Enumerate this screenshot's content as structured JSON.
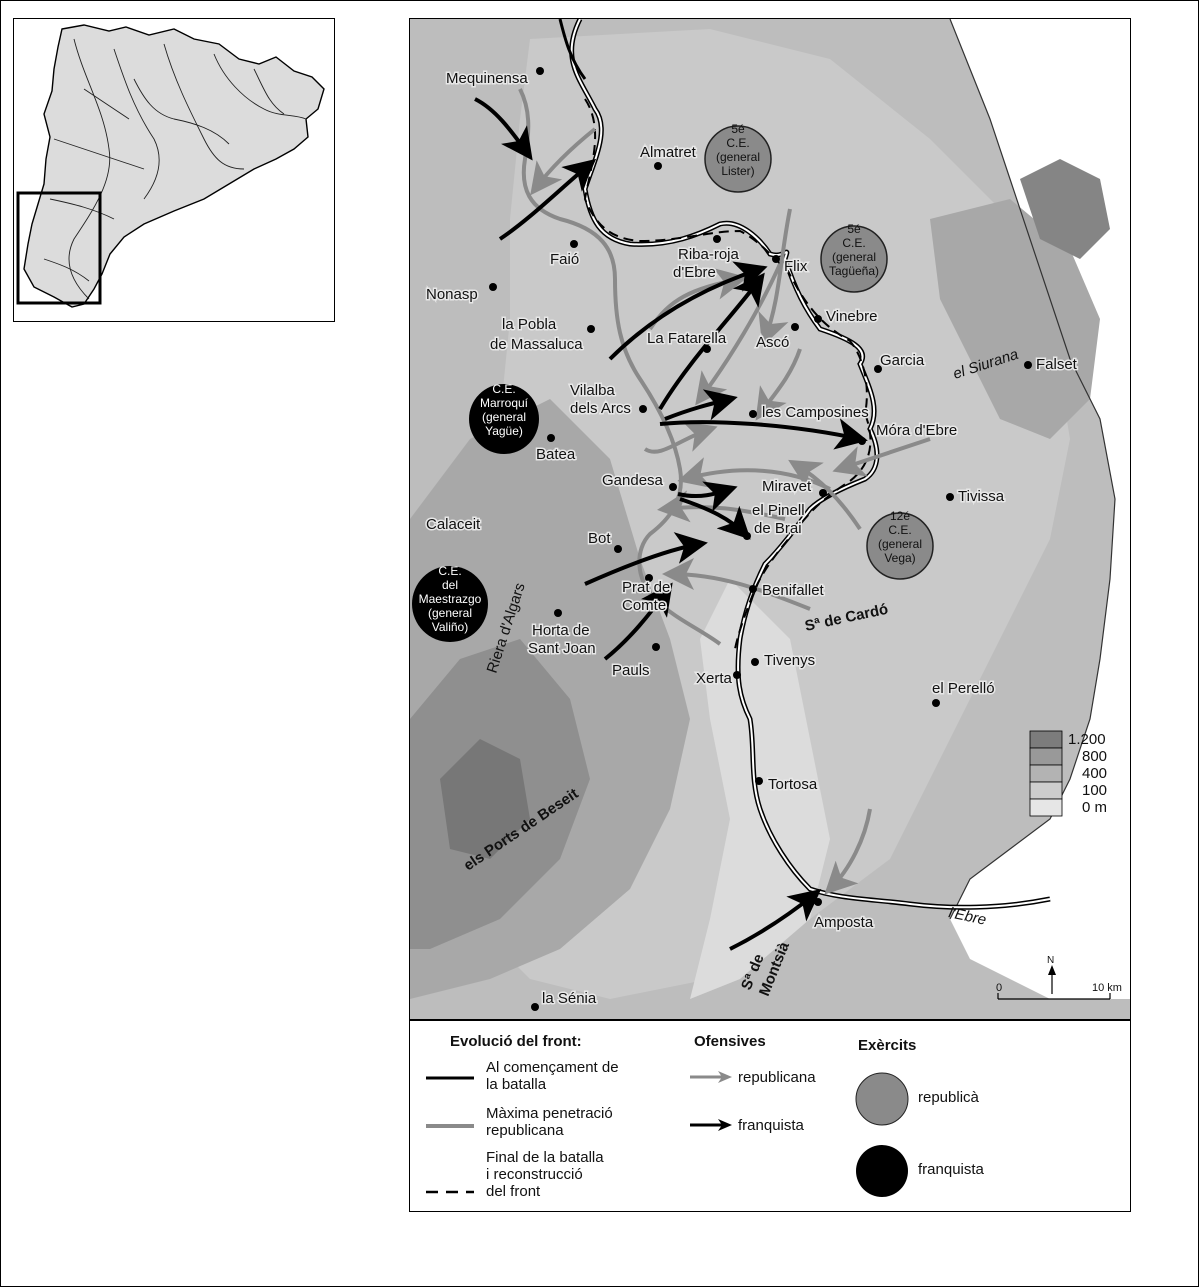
{
  "places": {
    "mequinensa": "Mequinensa",
    "almatret": "Almatret",
    "faio": "Faió",
    "nonasp": "Nonasp",
    "pobla1": "la Pobla",
    "pobla2": "de Massaluca",
    "ribaroja1": "Riba-roja",
    "ribaroja2": "d'Ebre",
    "flix": "Flix",
    "fatarella": "La Fatarella",
    "asco": "Ascó",
    "vinebre": "Vinebre",
    "garcia": "Garcia",
    "falset": "Falset",
    "vilalba1": "Vilalba",
    "vilalba2": "dels Arcs",
    "camposines": "les Camposines",
    "mora": "Móra d'Ebre",
    "batea": "Batea",
    "gandesa": "Gandesa",
    "miravet": "Miravet",
    "tivissa": "Tivissa",
    "pinell1": "el Pinell",
    "pinell2": "de Brai",
    "calaceit": "Calaceit",
    "bot": "Bot",
    "prat1": "Prat de",
    "prat2": "Comte",
    "benifallet": "Benifallet",
    "horta1": "Horta de",
    "horta2": "Sant Joan",
    "pauls": "Pauls",
    "xerta": "Xerta",
    "tivenys": "Tivenys",
    "perello": "el Perelló",
    "tortosa": "Tortosa",
    "amposta": "Amposta",
    "senia": "la Sénia"
  },
  "features": {
    "siurana": "el Siurana",
    "ebre": "l'Ebre",
    "cardo": "Sª de Cardó",
    "montsia1": "Sª de",
    "montsia2": "Montsià",
    "ports": "els Ports de Beseit",
    "algars": "Riera d'Algars"
  },
  "armies": {
    "ce5_lister": [
      "5é",
      "C.E.",
      "(general",
      "Lister)"
    ],
    "ce5_taguena": [
      "5é",
      "C.E.",
      "(general",
      "Tagüeña)"
    ],
    "ce12_vega": [
      "12é",
      "C.E.",
      "(general",
      "Vega)"
    ],
    "ce_marroqui": [
      "C.E.",
      "Marroquí",
      "(general",
      "Yagüe)"
    ],
    "ce_maestrazgo": [
      "C.E.",
      "del",
      "Maestrazgo",
      "(general",
      "Valiño)"
    ]
  },
  "elevation_legend": {
    "levels": [
      "1.200",
      "800",
      "400",
      "100",
      "0 m"
    ],
    "colors": [
      "#7c7c7c",
      "#999999",
      "#b3b3b3",
      "#cdcdcd",
      "#e6e6e6"
    ]
  },
  "scale": {
    "zero": "0",
    "end": "10 km",
    "north": "N"
  },
  "legend": {
    "front_title": "Evolució del front:",
    "front_start": [
      "Al començament de",
      "la batalla"
    ],
    "front_max": [
      "Màxima penetració",
      "republicana"
    ],
    "front_end": [
      "Final de la batalla",
      "i reconstrucció",
      "del front"
    ],
    "offensives_title": "Ofensives",
    "off_rep": "republicana",
    "off_fran": "franquista",
    "armies_title": "Exèrcits",
    "army_rep": "republicà",
    "army_fran": "franquista"
  },
  "colors": {
    "republican": "#8a8a8a",
    "francoist": "#000000",
    "land": "#d2d2d2",
    "sea": "#ffffff"
  }
}
